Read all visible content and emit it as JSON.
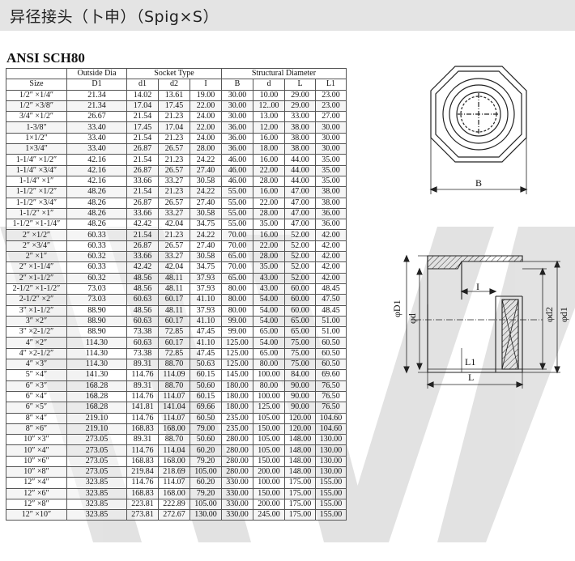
{
  "title": "异径接头（卜申）（Spig×S）",
  "subtitle": "ANSI SCH80",
  "table": {
    "group_headers": {
      "outside": "Outside Dia",
      "socket": "Socket Type",
      "structural": "Structural Diameter"
    },
    "col_headers": [
      "Size",
      "D1",
      "d1",
      "d2",
      "I",
      "B",
      "d",
      "L",
      "L1"
    ],
    "rows": [
      [
        "1/2″ ×1/4″",
        "21.34",
        "14.02",
        "13.61",
        "19.00",
        "30.00",
        "10.00",
        "29.00",
        "23.00"
      ],
      [
        "1/2″ ×3/8″",
        "21.34",
        "17.04",
        "17.45",
        "22.00",
        "30.00",
        "12..00",
        "29.00",
        "23.00"
      ],
      [
        "3/4″ ×1/2″",
        "26.67",
        "21.54",
        "21.23",
        "24.00",
        "30.00",
        "13.00",
        "33.00",
        "27.00"
      ],
      [
        "1-3/8″",
        "33.40",
        "17.45",
        "17.04",
        "22.00",
        "36.00",
        "12.00",
        "38.00",
        "30.00"
      ],
      [
        "1×1/2″",
        "33.40",
        "21.54",
        "21.23",
        "24.00",
        "36.00",
        "16.00",
        "38.00",
        "30.00"
      ],
      [
        "1×3/4″",
        "33.40",
        "26.87",
        "26.57",
        "28.00",
        "36.00",
        "18.00",
        "38.00",
        "30.00"
      ],
      [
        "1-1/4″ ×1/2″",
        "42.16",
        "21.54",
        "21.23",
        "24.22",
        "46.00",
        "16.00",
        "44.00",
        "35.00"
      ],
      [
        "1-1/4″ ×3/4″",
        "42.16",
        "26.87",
        "26.57",
        "27.40",
        "46.00",
        "22.00",
        "44.00",
        "35.00"
      ],
      [
        "1-1/4″ ×1″",
        "42.16",
        "33.66",
        "33.27",
        "30.58",
        "46.00",
        "28.00",
        "44.00",
        "35.00"
      ],
      [
        "1-1/2″ ×1/2″",
        "48.26",
        "21.54",
        "21.23",
        "24.22",
        "55.00",
        "16.00",
        "47.00",
        "38.00"
      ],
      [
        "1-1/2″ ×3/4″",
        "48.26",
        "26.87",
        "26.57",
        "27.40",
        "55.00",
        "22.00",
        "47.00",
        "38.00"
      ],
      [
        "1-1/2″ ×1″",
        "48.26",
        "33.66",
        "33.27",
        "30.58",
        "55.00",
        "28.00",
        "47.00",
        "36.00"
      ],
      [
        "1-1/2″ ×1-1/4″",
        "48.26",
        "42.42",
        "42.04",
        "34.75",
        "55.00",
        "35.00",
        "47.00",
        "36.00"
      ],
      [
        "2″ ×1/2″",
        "60.33",
        "21.54",
        "21.23",
        "24.22",
        "70.00",
        "16.00",
        "52.00",
        "42.00"
      ],
      [
        "2″ ×3/4″",
        "60.33",
        "26.87",
        "26.57",
        "27.40",
        "70.00",
        "22.00",
        "52.00",
        "42.00"
      ],
      [
        "2″ ×1″",
        "60.32",
        "33.66",
        "33.27",
        "30.58",
        "65.00",
        "28.00",
        "52.00",
        "42.00"
      ],
      [
        "2″ ×1-1/4″",
        "60.33",
        "42.42",
        "42.04",
        "34.75",
        "70.00",
        "35.00",
        "52.00",
        "42.00"
      ],
      [
        "2″ ×1-1/2″",
        "60.32",
        "48.56",
        "48.11",
        "37.93",
        "65.00",
        "43.00",
        "52.00",
        "42.00"
      ],
      [
        "2-1/2″ ×1-1/2″",
        "73.03",
        "48.56",
        "48.11",
        "37.93",
        "80.00",
        "43.00",
        "60.00",
        "48.45"
      ],
      [
        "2-1/2″ ×2″",
        "73.03",
        "60.63",
        "60.17",
        "41.10",
        "80.00",
        "54.00",
        "60.00",
        "47.50"
      ],
      [
        "3″ ×1-1/2″",
        "88.90",
        "48.56",
        "48.11",
        "37.93",
        "80.00",
        "54.00",
        "60.00",
        "48.45"
      ],
      [
        "3″ ×2″",
        "88.90",
        "60.63",
        "60.17",
        "41.10",
        "99.00",
        "54.00",
        "65.00",
        "51.00"
      ],
      [
        "3″ ×2-1/2″",
        "88.90",
        "73.38",
        "72.85",
        "47.45",
        "99.00",
        "65.00",
        "65.00",
        "51.00"
      ],
      [
        "4″ ×2″",
        "114.30",
        "60.63",
        "60.17",
        "41.10",
        "125.00",
        "54.00",
        "75.00",
        "60.50"
      ],
      [
        "4″ ×2-1/2″",
        "114.30",
        "73.38",
        "72.85",
        "47.45",
        "125.00",
        "65.00",
        "75.00",
        "60.50"
      ],
      [
        "4″ ×3″",
        "114.30",
        "89.31",
        "88.70",
        "50.63",
        "125.00",
        "80.00",
        "75.00",
        "60.50"
      ],
      [
        "5″ ×4″",
        "141.30",
        "114.76",
        "114.09",
        "60.15",
        "145.00",
        "100.00",
        "84.00",
        "69.60"
      ],
      [
        "6″ ×3″",
        "168.28",
        "89.31",
        "88.70",
        "50.60",
        "180.00",
        "80.00",
        "90.00",
        "76.50"
      ],
      [
        "6″ ×4″",
        "168.28",
        "114.76",
        "114.07",
        "60.15",
        "180.00",
        "100.00",
        "90.00",
        "76.50"
      ],
      [
        "6″ ×5″",
        "168.28",
        "141.81",
        "141.04",
        "69.66",
        "180.00",
        "125.00",
        "90.00",
        "76.50"
      ],
      [
        "8″ ×4″",
        "219.10",
        "114.76",
        "114.07",
        "60.50",
        "235.00",
        "105.00",
        "120.00",
        "104.60"
      ],
      [
        "8″ ×6″",
        "219.10",
        "168.83",
        "168.00",
        "79.00",
        "235.00",
        "150.00",
        "120.00",
        "104.60"
      ],
      [
        "10″ ×3″",
        "273.05",
        "89.31",
        "88.70",
        "50.60",
        "280.00",
        "105.00",
        "148.00",
        "130.00"
      ],
      [
        "10″ ×4″",
        "273.05",
        "114.76",
        "114.04",
        "60.20",
        "280.00",
        "105.00",
        "148.00",
        "130.00"
      ],
      [
        "10″ ×6″",
        "273.05",
        "168.83",
        "168.00",
        "79.20",
        "280.00",
        "150.00",
        "148.00",
        "130.00"
      ],
      [
        "10″ ×8″",
        "273.05",
        "219.84",
        "218.69",
        "105.00",
        "280.00",
        "200.00",
        "148.00",
        "130.00"
      ],
      [
        "12″ ×4″",
        "323.85",
        "114.76",
        "114.07",
        "60.20",
        "330.00",
        "100.00",
        "175.00",
        "155.00"
      ],
      [
        "12″ ×6″",
        "323.85",
        "168.83",
        "168.00",
        "79.20",
        "330.00",
        "150.00",
        "175.00",
        "155.00"
      ],
      [
        "12″ ×8″",
        "323.85",
        "223.81",
        "222.89",
        "105.00",
        "330.00",
        "200.00",
        "175.00",
        "155.00"
      ],
      [
        "12″ ×10″",
        "323.85",
        "273.81",
        "272.67",
        "130.00",
        "330.00",
        "245.00",
        "175.00",
        "155.00"
      ]
    ]
  },
  "drawing_labels": {
    "B": "B",
    "D1": "φD1",
    "d": "φd",
    "I": "I",
    "d2": "φd2",
    "d1": "φd1",
    "L1": "L1",
    "L": "L"
  },
  "colors": {
    "title_bar": "#e4e4e4",
    "watermark": "#d6d6d6",
    "hatch": "#333333"
  }
}
